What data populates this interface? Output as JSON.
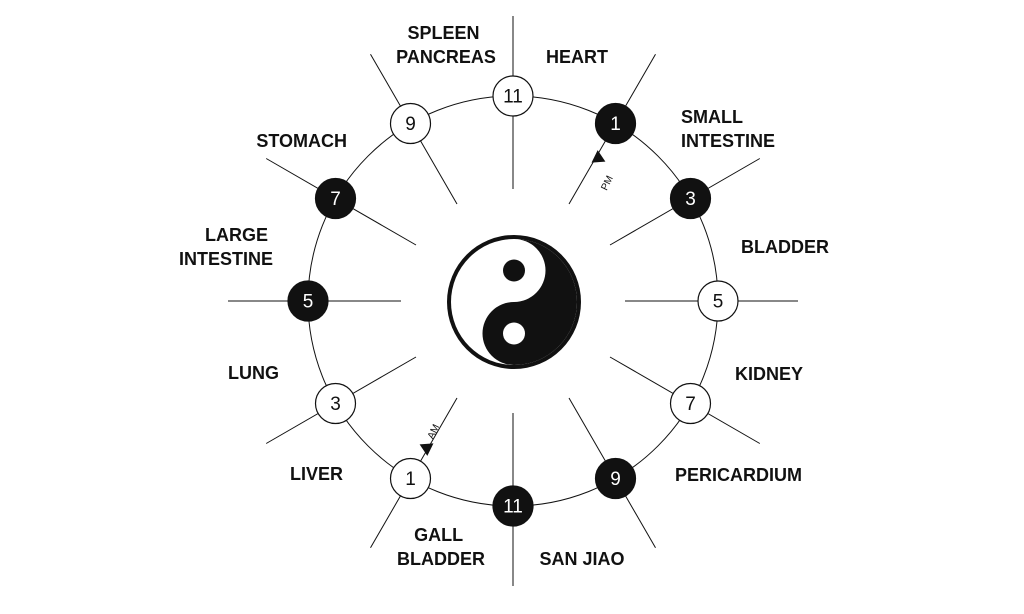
{
  "colors": {
    "ink": "#111111",
    "paper": "#ffffff"
  },
  "markers": {
    "pm": "PM",
    "am": "AM"
  },
  "organs": [
    {
      "lines": [
        "SPLEEN",
        "PANCREAS"
      ]
    },
    {
      "lines": [
        "HEART"
      ]
    },
    {
      "lines": [
        "SMALL",
        "INTESTINE"
      ]
    },
    {
      "lines": [
        "BLADDER"
      ]
    },
    {
      "lines": [
        "KIDNEY"
      ]
    },
    {
      "lines": [
        "PERICARDIUM"
      ]
    },
    {
      "lines": [
        "SAN JIAO"
      ]
    },
    {
      "lines": [
        "GALL",
        "BLADDER"
      ]
    },
    {
      "lines": [
        "LIVER"
      ]
    },
    {
      "lines": [
        "LUNG"
      ]
    },
    {
      "lines": [
        "LARGE",
        "INTESTINE"
      ]
    },
    {
      "lines": [
        "STOMACH"
      ]
    }
  ],
  "hours": [
    {
      "value": "11",
      "style": "light"
    },
    {
      "value": "1",
      "style": "dark"
    },
    {
      "value": "3",
      "style": "dark"
    },
    {
      "value": "5",
      "style": "light"
    },
    {
      "value": "7",
      "style": "light"
    },
    {
      "value": "9",
      "style": "dark"
    },
    {
      "value": "11",
      "style": "dark"
    },
    {
      "value": "1",
      "style": "light"
    },
    {
      "value": "3",
      "style": "light"
    },
    {
      "value": "5",
      "style": "dark"
    },
    {
      "value": "7",
      "style": "dark"
    },
    {
      "value": "9",
      "style": "light"
    }
  ],
  "center_symbol": "yin-yang-icon"
}
